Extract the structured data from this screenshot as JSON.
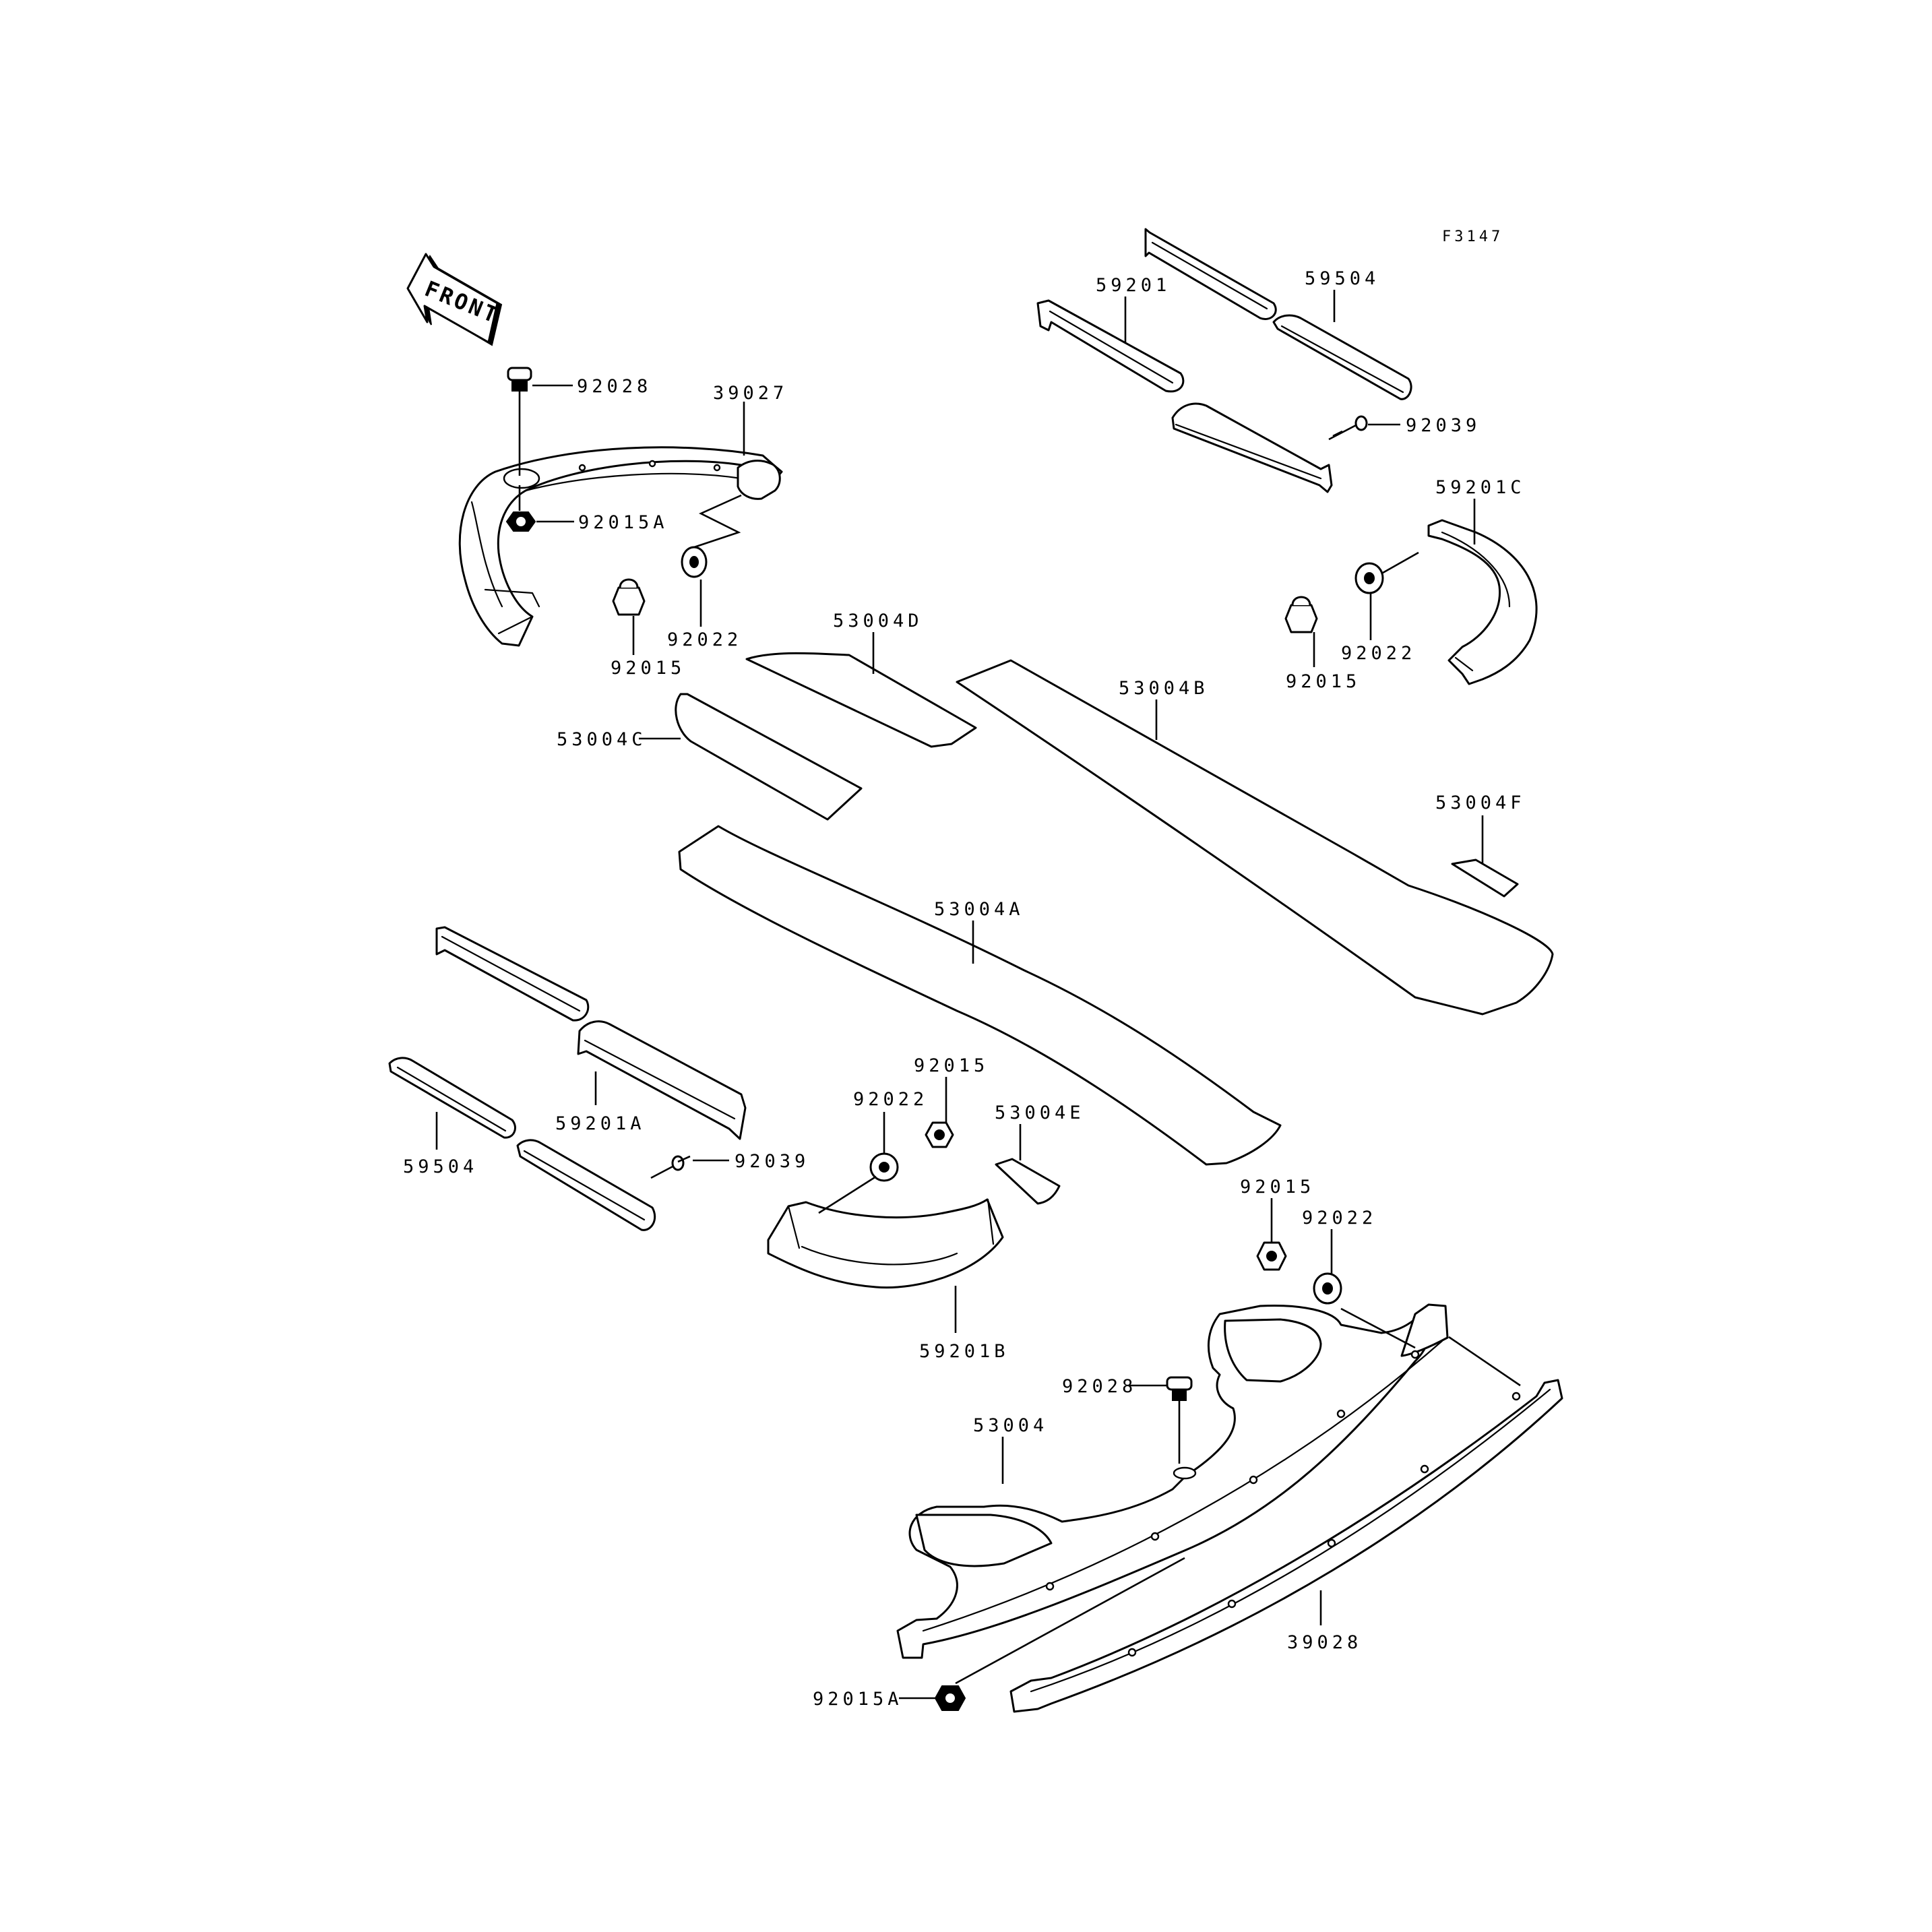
{
  "figure_ref": "F3147",
  "direction": {
    "text": "FRONT",
    "icon": "arrow-left-icon"
  },
  "callouts": {
    "c_92028_top": "92028",
    "c_39027": "39027",
    "c_92015a_top": "92015A",
    "c_92022_left": "92022",
    "c_92015_left": "92015",
    "c_59201": "59201",
    "c_59504_top": "59504",
    "c_92039_top": "92039",
    "c_59201c": "59201C",
    "c_92022_right": "92022",
    "c_92015_right": "92015",
    "c_53004d": "53004D",
    "c_53004b": "53004B",
    "c_53004c": "53004C",
    "c_53004f": "53004F",
    "c_53004a": "53004A",
    "c_59201a": "59201A",
    "c_59504_bottom": "59504",
    "c_92039_bottom": "92039",
    "c_92015_mid": "92015",
    "c_92022_mid": "92022",
    "c_53004e": "53004E",
    "c_59201b": "59201B",
    "c_92015_lower": "92015",
    "c_92022_lower": "92022",
    "c_92028_lower": "92028",
    "c_53004": "53004",
    "c_39028": "39028",
    "c_92015a_bottom": "92015A"
  }
}
